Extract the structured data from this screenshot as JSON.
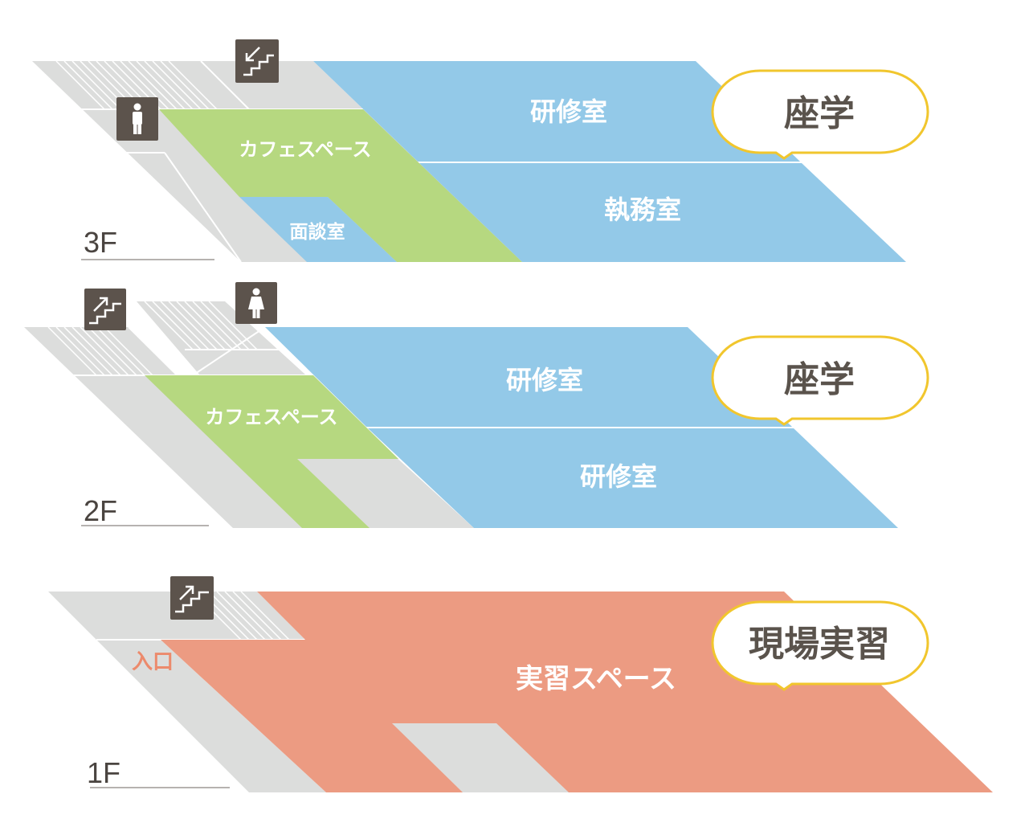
{
  "colors": {
    "corridor": "#dcdddc",
    "stair_stripe": "#ffffff",
    "room_blue": "#93c9e8",
    "cafe_green": "#b6d880",
    "practice_salmon": "#ec9b82",
    "icon_bg": "#5c534c",
    "callout_border": "#f1c62d",
    "callout_text": "#5a534c",
    "entrance_text": "#ec8a6c",
    "floor_text": "#4a4440"
  },
  "icons": {
    "stairs_down": "stairs-down-icon",
    "stairs_up": "stairs-up-icon",
    "mens_restroom": "mens-restroom-icon",
    "womens_restroom": "womens-restroom-icon"
  },
  "floor3": {
    "label": "3F",
    "callout": "座学",
    "rooms": {
      "training": "研修室",
      "office": "執務室",
      "cafe": "カフェスペース",
      "meeting": "面談室"
    }
  },
  "floor2": {
    "label": "2F",
    "callout": "座学",
    "rooms": {
      "training_upper": "研修室",
      "training_lower": "研修室",
      "cafe": "カフェスペース"
    }
  },
  "floor1": {
    "label": "1F",
    "callout": "現場実習",
    "rooms": {
      "practice": "実習スペース"
    },
    "entrance": "入口"
  }
}
